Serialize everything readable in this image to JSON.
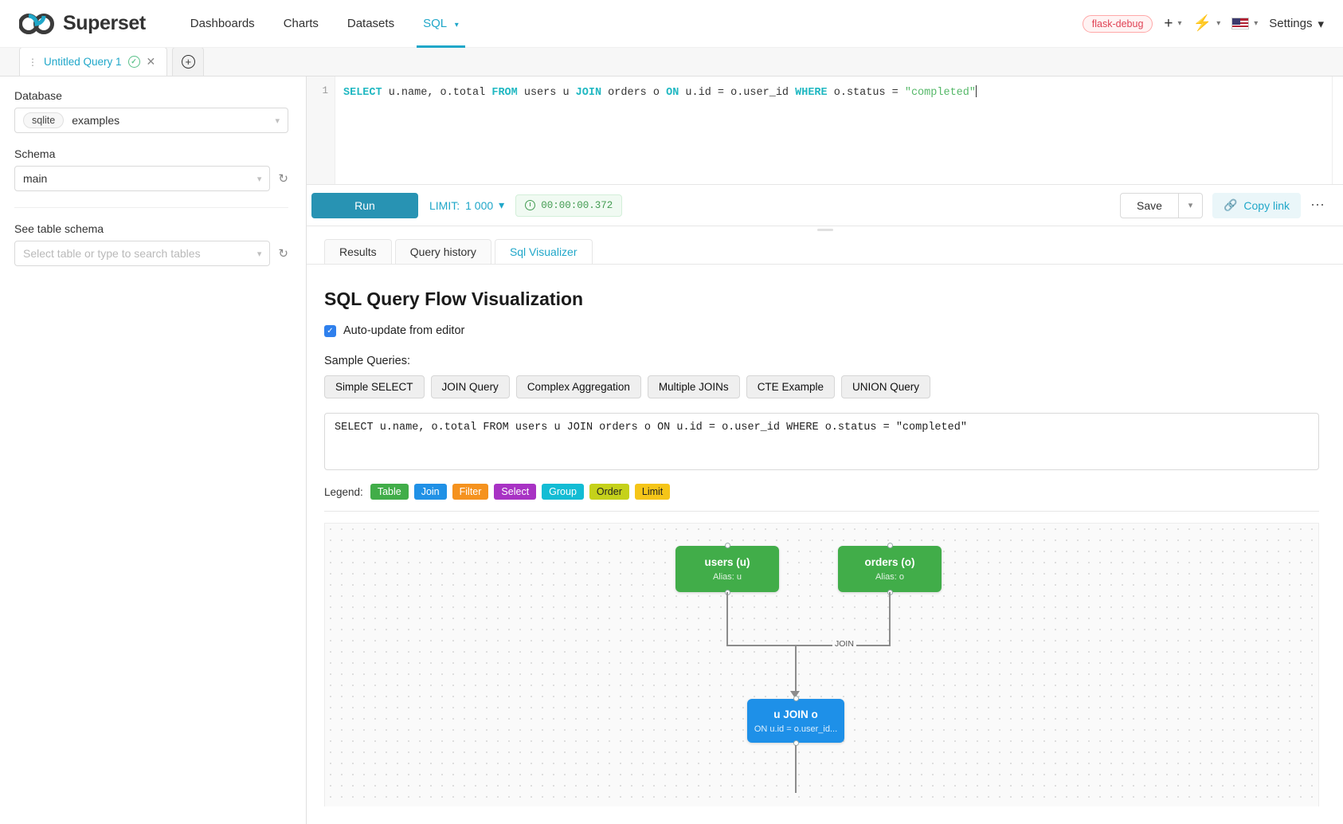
{
  "nav": {
    "brand": "Superset",
    "links": [
      {
        "label": "Dashboards",
        "active": false
      },
      {
        "label": "Charts",
        "active": false
      },
      {
        "label": "Datasets",
        "active": false
      },
      {
        "label": "SQL",
        "active": true
      }
    ],
    "debug_badge": "flask-debug",
    "settings_label": "Settings",
    "icons": {
      "plus": "+",
      "bolt": "⚡",
      "flag": "us-flag-icon"
    }
  },
  "query_tabs": {
    "tab_title": "Untitled Query 1",
    "add_label": "+"
  },
  "left_panel": {
    "database_label": "Database",
    "database_engine": "sqlite",
    "database_value": "examples",
    "schema_label": "Schema",
    "schema_value": "main",
    "table_label": "See table schema",
    "table_placeholder": "Select table or type to search tables"
  },
  "editor": {
    "line_number": "1",
    "tokens": [
      {
        "t": "SELECT",
        "k": "kw"
      },
      {
        "t": " u.name, o.total ",
        "k": "plain"
      },
      {
        "t": "FROM",
        "k": "kw"
      },
      {
        "t": " users u ",
        "k": "plain"
      },
      {
        "t": "JOIN",
        "k": "kw"
      },
      {
        "t": " orders o ",
        "k": "plain"
      },
      {
        "t": "ON",
        "k": "kw"
      },
      {
        "t": " u.id = o.user_id ",
        "k": "plain"
      },
      {
        "t": "WHERE",
        "k": "kw"
      },
      {
        "t": " o.status = ",
        "k": "plain"
      },
      {
        "t": "\"completed\"",
        "k": "str"
      }
    ]
  },
  "toolbar": {
    "run_label": "Run",
    "limit_prefix": "LIMIT:",
    "limit_value": "1 000",
    "timer": "00:00:00.372",
    "save_label": "Save",
    "copy_link_label": "Copy link",
    "more_label": "⋯"
  },
  "result_tabs": [
    {
      "label": "Results",
      "active": false
    },
    {
      "label": "Query history",
      "active": false
    },
    {
      "label": "Sql Visualizer",
      "active": true
    }
  ],
  "visualizer": {
    "title": "SQL Query Flow Visualization",
    "auto_update_label": "Auto-update from editor",
    "auto_update_checked": true,
    "sample_label": "Sample Queries:",
    "sample_buttons": [
      "Simple SELECT",
      "JOIN Query",
      "Complex Aggregation",
      "Multiple JOINs",
      "CTE Example",
      "UNION Query"
    ],
    "sql_value": "SELECT u.name, o.total FROM users u JOIN orders o ON u.id = o.user_id WHERE o.status = \"completed\"",
    "legend_label": "Legend:",
    "legend": [
      {
        "label": "Table",
        "color": "#41ad49"
      },
      {
        "label": "Join",
        "color": "#2091e6"
      },
      {
        "label": "Filter",
        "color": "#f5921e"
      },
      {
        "label": "Select",
        "color": "#a832c4"
      },
      {
        "label": "Group",
        "color": "#13bcd4"
      },
      {
        "label": "Order",
        "color": "#c5d11a"
      },
      {
        "label": "Limit",
        "color": "#f5c518"
      }
    ],
    "graph": {
      "nodes": [
        {
          "id": "users",
          "type": "table",
          "title": "users (u)",
          "subtitle": "Alias: u"
        },
        {
          "id": "orders",
          "type": "table",
          "title": "orders (o)",
          "subtitle": "Alias: o"
        },
        {
          "id": "join",
          "type": "join",
          "title": "u JOIN o",
          "subtitle": "ON u.id = o.user_id..."
        }
      ],
      "edges": [
        {
          "from": "users",
          "to": "join",
          "label": ""
        },
        {
          "from": "orders",
          "to": "join",
          "label": "JOIN"
        }
      ]
    }
  }
}
